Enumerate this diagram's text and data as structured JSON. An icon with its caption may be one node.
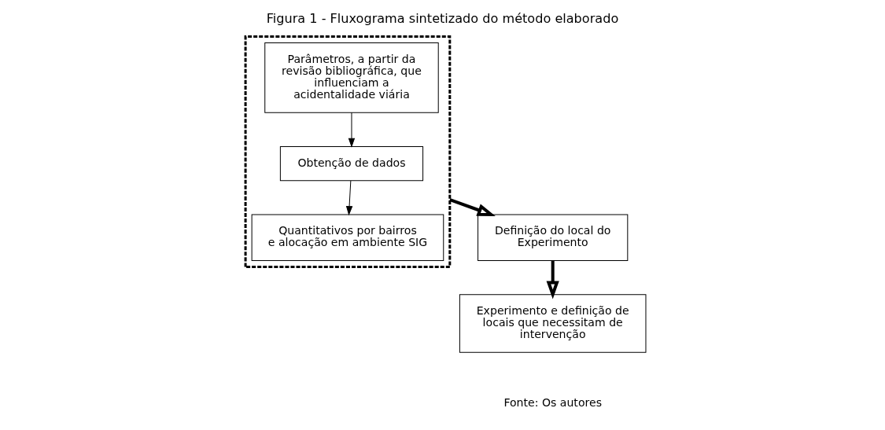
{
  "diagram": {
    "title": "Figura 1 - Fluxograma sintetizado do método elaborado",
    "caption": "Fonte: Os autores",
    "nodes": [
      {
        "text": [],
        "shape": "box"
      },
      {
        "text": [
          "Obtenção de dados"
        ],
        "in": 0
      },
      {
        "text": [
          "Parâmetros, a partir da revisão bibliográfica, que influenciam a acidentalidade viária"
        ],
        "in": 0
      },
      {
        "text": [
          "Quantitativos por bairros e alocação em ambiente SIG"
        ],
        "in": 0
      },
      {
        "text": [
          "Definição do local do Experimento"
        ]
      },
      {
        "text": [
          "Experimento e definição de locais que necessitam de intervenção"
        ]
      }
    ],
    "edges": [
      {
        "from": 2,
        "to": 1,
        "arrow": "to"
      },
      {
        "from": 1,
        "to": 3,
        "arrow": "to"
      },
      {
        "from": 0,
        "to": 4,
        "arrow": "to",
        "style": "thick"
      },
      {
        "from": 4,
        "to": 5,
        "arrow": "to",
        "style": "thick"
      }
    ]
  }
}
